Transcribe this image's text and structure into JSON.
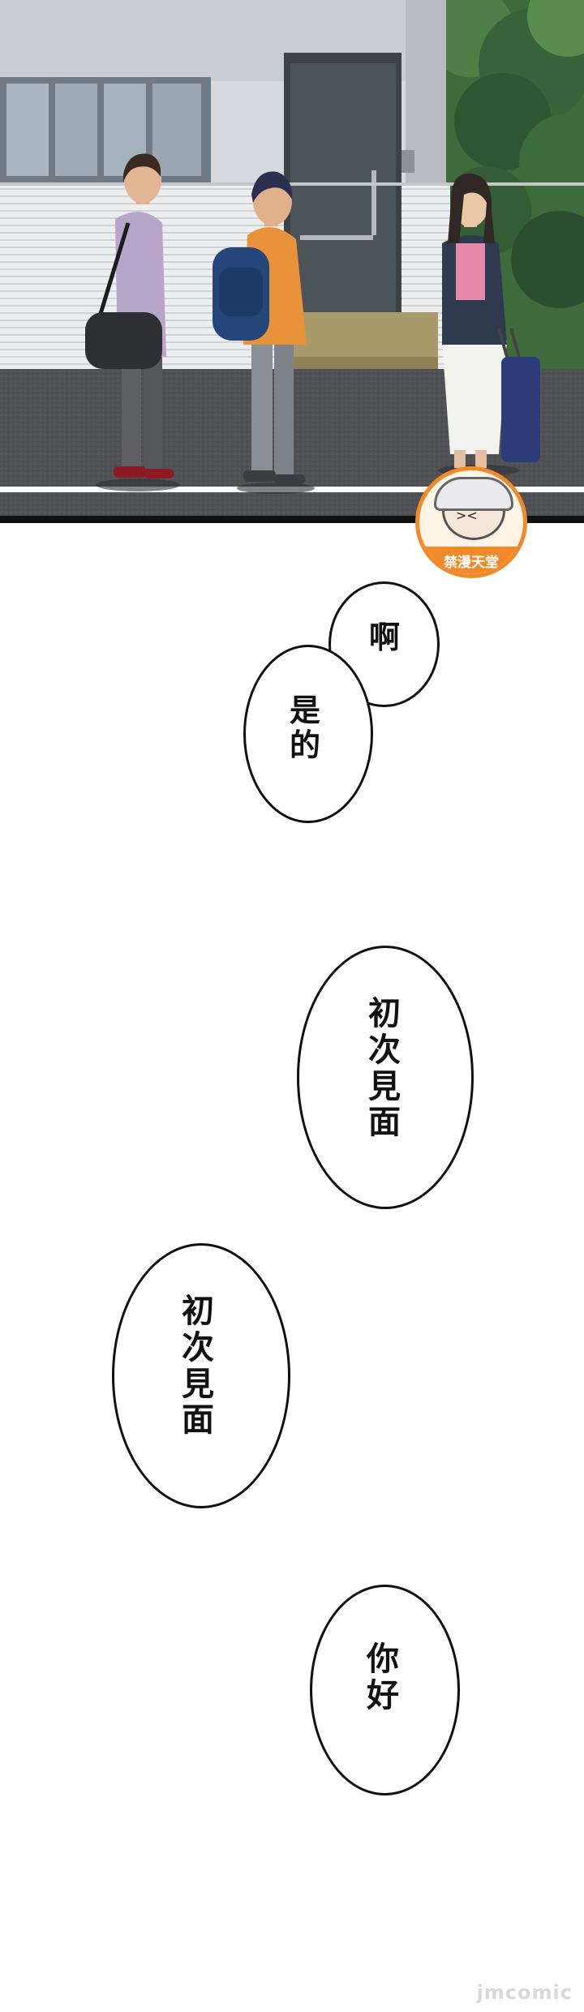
{
  "scene": {
    "logo_text": "禁漫天堂"
  },
  "bubbles": [
    {
      "id": "ah",
      "chars": [
        "啊"
      ]
    },
    {
      "id": "yes",
      "chars": [
        "是",
        "的"
      ]
    },
    {
      "id": "first-meet-1",
      "chars": [
        "初",
        "次",
        "見",
        "面"
      ]
    },
    {
      "id": "first-meet-2",
      "chars": [
        "初",
        "次",
        "見",
        "面"
      ]
    },
    {
      "id": "hello",
      "chars": [
        "你",
        "好"
      ]
    }
  ],
  "watermark": "jmcomic",
  "colors": {
    "wall": "#e7e8ea",
    "road": "#4e5054",
    "door": "#4b5458",
    "logo_ring": "#f08a2a"
  }
}
